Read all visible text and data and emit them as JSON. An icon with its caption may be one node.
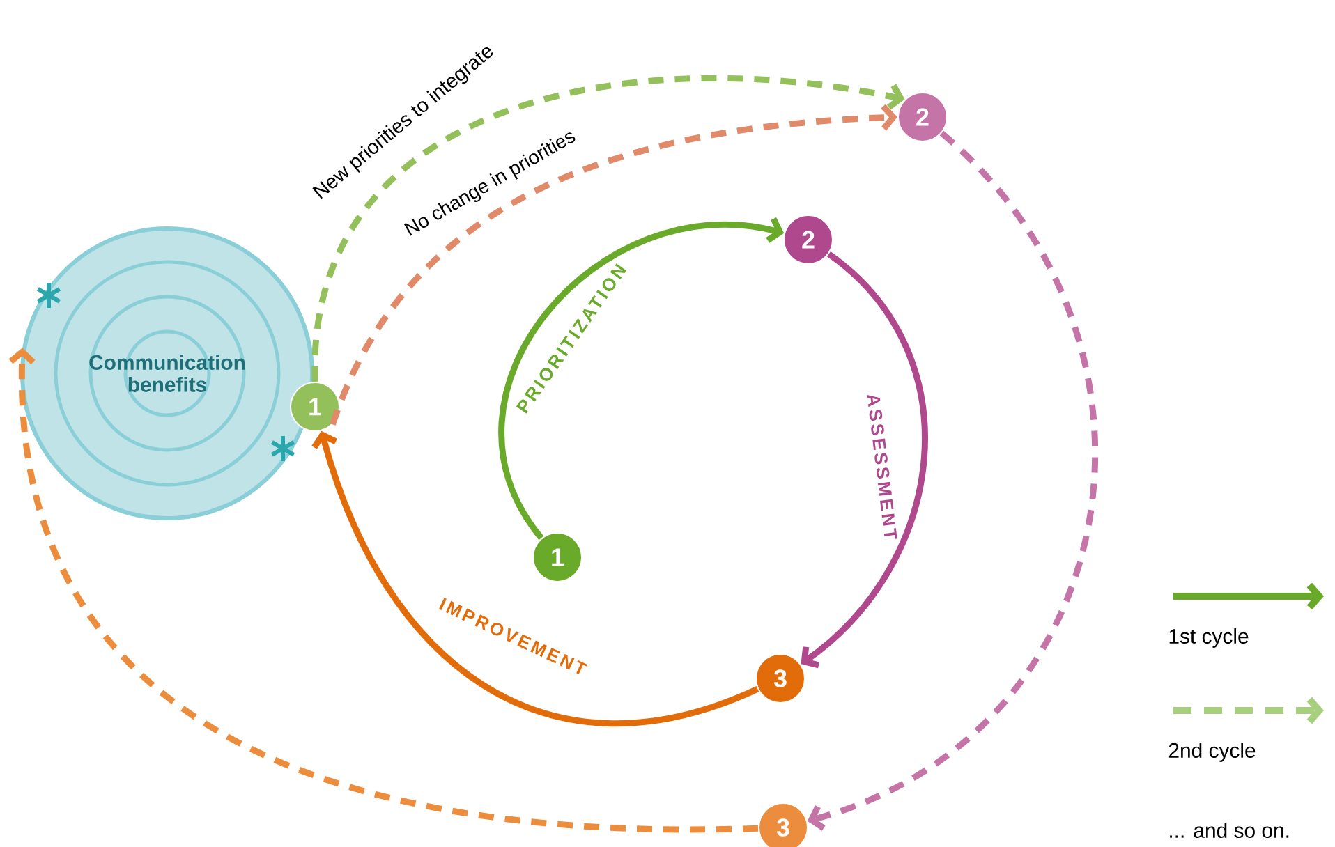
{
  "diagram": {
    "nodes": [
      {
        "text": [
          "Communication benefits"
        ]
      },
      {
        "text": [
          "1"
        ]
      },
      {
        "text": [
          "2"
        ]
      },
      {
        "text": [
          "3"
        ]
      },
      {
        "text": [
          "1"
        ]
      },
      {
        "text": [
          "2"
        ]
      },
      {
        "text": [
          "3"
        ]
      }
    ],
    "edges": [
      {
        "from": 1,
        "to": 2,
        "arrow": "to",
        "label": "PRIORITIZATION",
        "color": "#6aaa2a"
      },
      {
        "from": 2,
        "to": 3,
        "arrow": "to",
        "label": "ASSESSMENT",
        "color": "#b0488e"
      },
      {
        "from": 3,
        "to": 4,
        "arrow": "to",
        "label": "IMPROVEMENT",
        "color": "#e36c0a"
      },
      {
        "from": 4,
        "to": 5,
        "arrow": "to",
        "label": "New priorities to integrate",
        "style": "dashed",
        "color": "#93c05a"
      },
      {
        "from": 4,
        "to": 5,
        "arrow": "to",
        "label": "No change in priorities",
        "style": "dashed",
        "color": "#e08a6a"
      },
      {
        "from": 5,
        "to": 6,
        "arrow": "to",
        "style": "dashed",
        "color": "#c574a8"
      },
      {
        "from": 6,
        "to": 0,
        "arrow": "to",
        "style": "dashed",
        "color": "#ec8d3e"
      }
    ],
    "labels": [
      "... and so on."
    ],
    "legend": [
      {
        "text": "1st cycle"
      },
      {
        "text": "2nd cycle"
      }
    ]
  }
}
